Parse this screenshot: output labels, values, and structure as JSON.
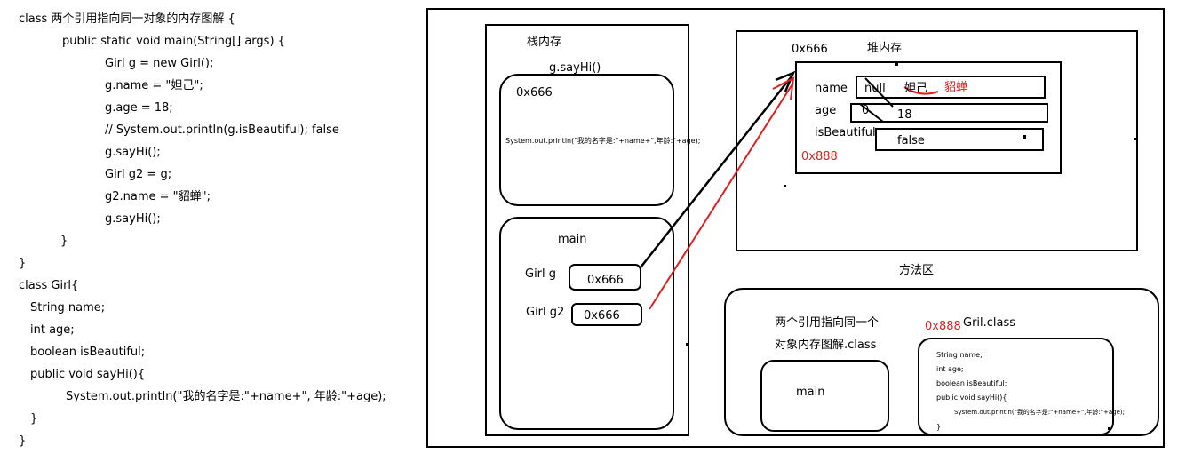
{
  "code": {
    "lines": [
      "class 两个引用指向同一对象的内存图解 {",
      "public static void main(String[] args) {",
      "Girl g = new Girl();",
      "g.name = \"妲己\";",
      "g.age = 18;",
      "// System.out.println(g.isBeautiful); false",
      "g.sayHi();",
      "Girl g2 = g;",
      "g2.name = \"貂蝉\";",
      "g.sayHi();",
      "}",
      "}",
      "class Girl{",
      "String name;",
      "int age;",
      "boolean isBeautiful;",
      "public void sayHi(){",
      "System.out.println(\"我的名字是:\"+name+\", 年龄:\"+age);",
      "}",
      "}"
    ]
  },
  "stack": {
    "title": "栈内存",
    "sayhi_label": "g.sayHi()",
    "sayhi_addr": "0x666",
    "sayhi_stmt": "System.out.println(\"我的名字是:\"+name+\",年龄:\"+age);",
    "main_label": "main",
    "var_g": "Girl g",
    "var_g_val": "0x666",
    "var_g2": "Girl g2",
    "var_g2_val": "0x666"
  },
  "heap": {
    "title": "堆内存",
    "addr": "0x666",
    "addr2": "0x888",
    "name_label": "name",
    "name_old": "null",
    "name_v1": "妲己",
    "name_v2": "貂蝉",
    "age_label": "age",
    "age_old": "0",
    "age_v": "18",
    "isb_label": "isBeautiful",
    "isb_v": "false"
  },
  "method": {
    "title": "方法区",
    "class1_line1": "两个引用指向同一个",
    "class1_line2": "对象内存图解.class",
    "main_label": "main",
    "addr": "0x888",
    "class2": "Gril.class",
    "fields": [
      "String name;",
      "int age;",
      "boolean isBeautiful;",
      "public void sayHi(){",
      "System.out.println(\"我的名字是:\"+name+\",年龄:\"+age);",
      "}"
    ]
  },
  "colors": {
    "red": "#e02020",
    "black": "#000000"
  }
}
